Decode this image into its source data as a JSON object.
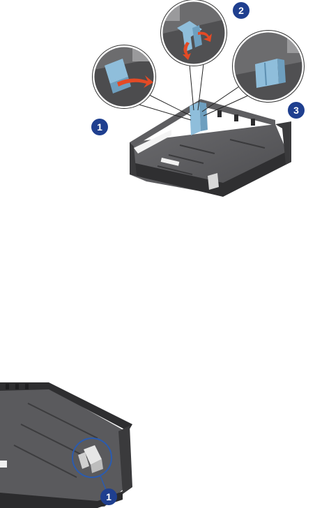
{
  "figure_top": {
    "callouts": [
      {
        "label": "1"
      },
      {
        "label": "2"
      },
      {
        "label": "3"
      }
    ]
  },
  "figure_bottom": {
    "callouts": [
      {
        "label": "1"
      }
    ]
  },
  "colors": {
    "tray_dark": "#3e3e40",
    "tray_mid": "#58585b",
    "tray_light": "#8a8a8d",
    "guide_blue": "#8fbedb",
    "arrow_red": "#e44a25",
    "callout_navy": "#1f3f8f",
    "inset_bg": "#7a7a7c"
  }
}
